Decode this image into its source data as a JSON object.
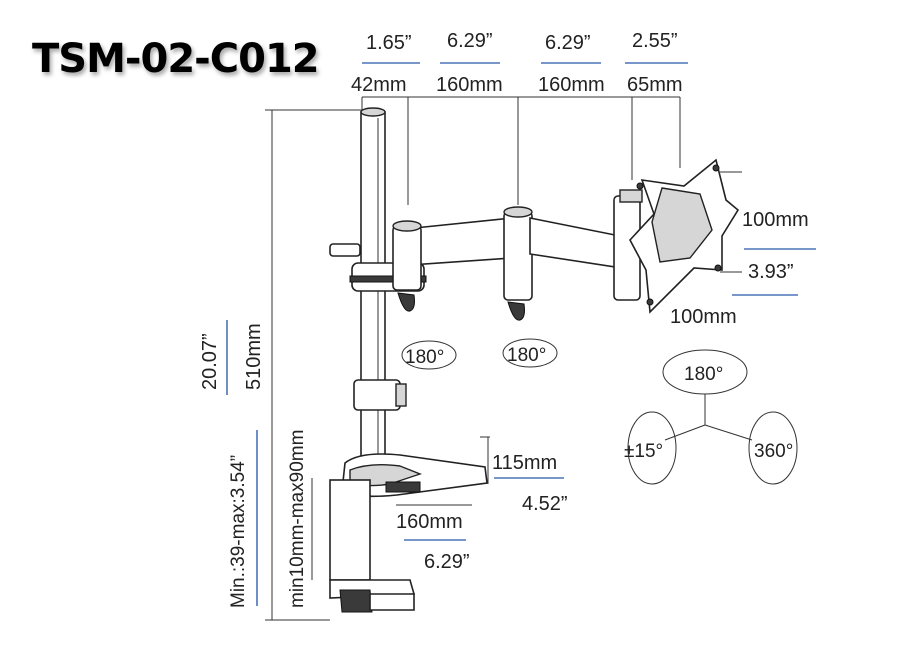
{
  "title": "TSM-02-C012",
  "dimensions": {
    "top_in": [
      "1.65”",
      "6.29”",
      "6.29”",
      "2.55”"
    ],
    "top_mm": [
      "42mm",
      "160mm",
      "160mm",
      "65mm"
    ],
    "vesa_height_mm": "100mm",
    "vesa_height_in": "3.93”",
    "vesa_width_mm": "100mm",
    "pole_height_in": "20.07”",
    "pole_height_mm": "510mm",
    "clamp_range_mm": "min10mm-max90mm",
    "clamp_range_in": "Min.:39-max:3.54”",
    "base_depth_mm": "115mm",
    "base_depth_in": "4.52”",
    "base_width_mm": "160mm",
    "base_width_in": "6.29”"
  },
  "rotation": {
    "arm1": "180°",
    "arm2": "180°",
    "swivel": "180°",
    "tilt": "±15°",
    "rotate": "360°"
  }
}
